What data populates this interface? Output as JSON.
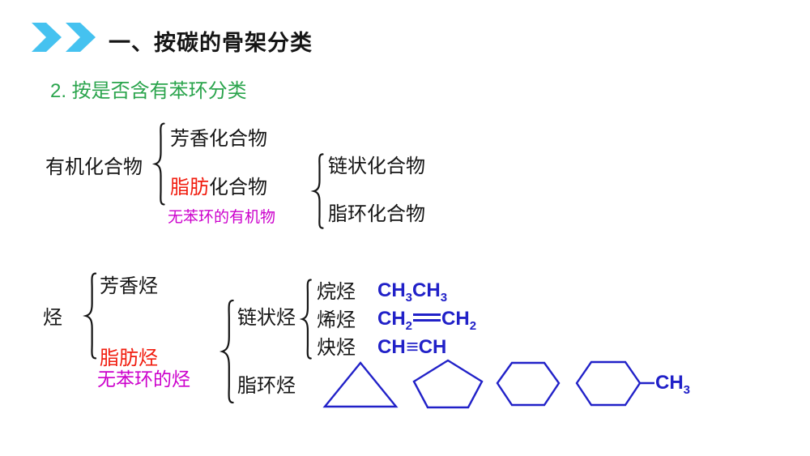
{
  "header": {
    "icon": "double-chevron-right",
    "title": "一、按碳的骨架分类"
  },
  "subtitle": "2. 按是否含有苯环分类",
  "tree1": {
    "root": "有机化合物",
    "aromatic": "芳香化合物",
    "aliphatic_red": "脂肪",
    "aliphatic_rest": "化合物",
    "note": "无苯环的有机物",
    "chain": "链状化合物",
    "alicyclic": "脂环化合物"
  },
  "tree2": {
    "root": "烃",
    "aromatic": "芳香烃",
    "aliphatic": "脂肪烃",
    "note": "无苯环的烃",
    "chain": "链状烃",
    "alicyclic": "脂环烃",
    "alkane_label": "烷烃",
    "alkene_label": "烯烃",
    "alkyne_label": "炔烃",
    "formulas": {
      "alkane": [
        "CH",
        "3",
        "CH",
        "3"
      ],
      "alkene": [
        "CH",
        "2",
        "CH",
        "2"
      ],
      "alkyne": [
        "CH",
        "≡",
        "CH"
      ],
      "methyl": [
        "CH",
        "3"
      ]
    },
    "shapes": [
      "cyclopropane",
      "cyclopentane",
      "cyclohexane",
      "methylcyclohexane"
    ]
  },
  "colors": {
    "accent_chevron": "#45c2f0",
    "green": "#2aa44c",
    "red": "#f11c0e",
    "magenta": "#cc00cc",
    "formula_blue": "#2121c8",
    "text": "#151515"
  }
}
